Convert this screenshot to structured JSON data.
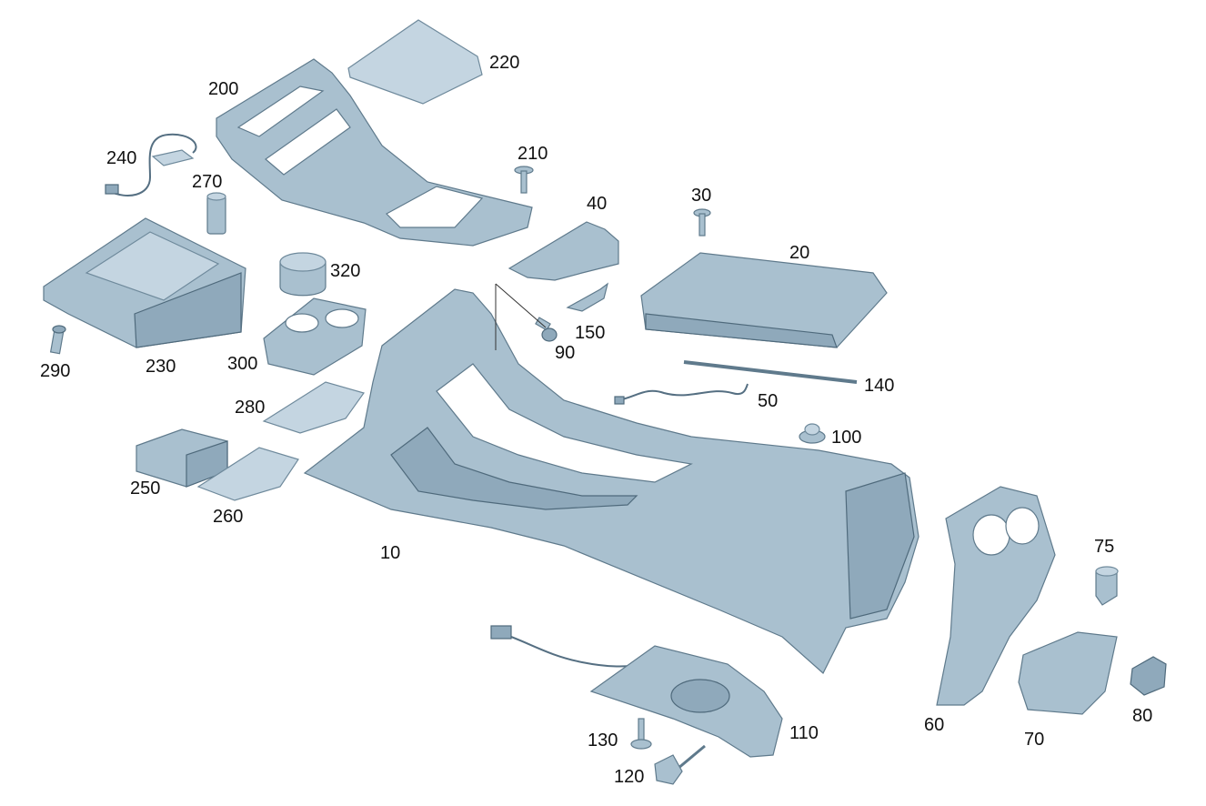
{
  "diagram": {
    "labels": {
      "p10": "10",
      "p20": "20",
      "p30": "30",
      "p40": "40",
      "p50": "50",
      "p60": "60",
      "p70": "70",
      "p75": "75",
      "p80": "80",
      "p90": "90",
      "p100": "100",
      "p110": "110",
      "p120": "120",
      "p130": "130",
      "p140": "140",
      "p150": "150",
      "p200": "200",
      "p210": "210",
      "p220": "220",
      "p230": "230",
      "p240": "240",
      "p250": "250",
      "p260": "260",
      "p270": "270",
      "p280": "280",
      "p290": "290",
      "p300": "300",
      "p320": "320"
    },
    "colors": {
      "part": "#a9c0cf",
      "outline": "#5f7a8c",
      "label": "#111111"
    }
  }
}
